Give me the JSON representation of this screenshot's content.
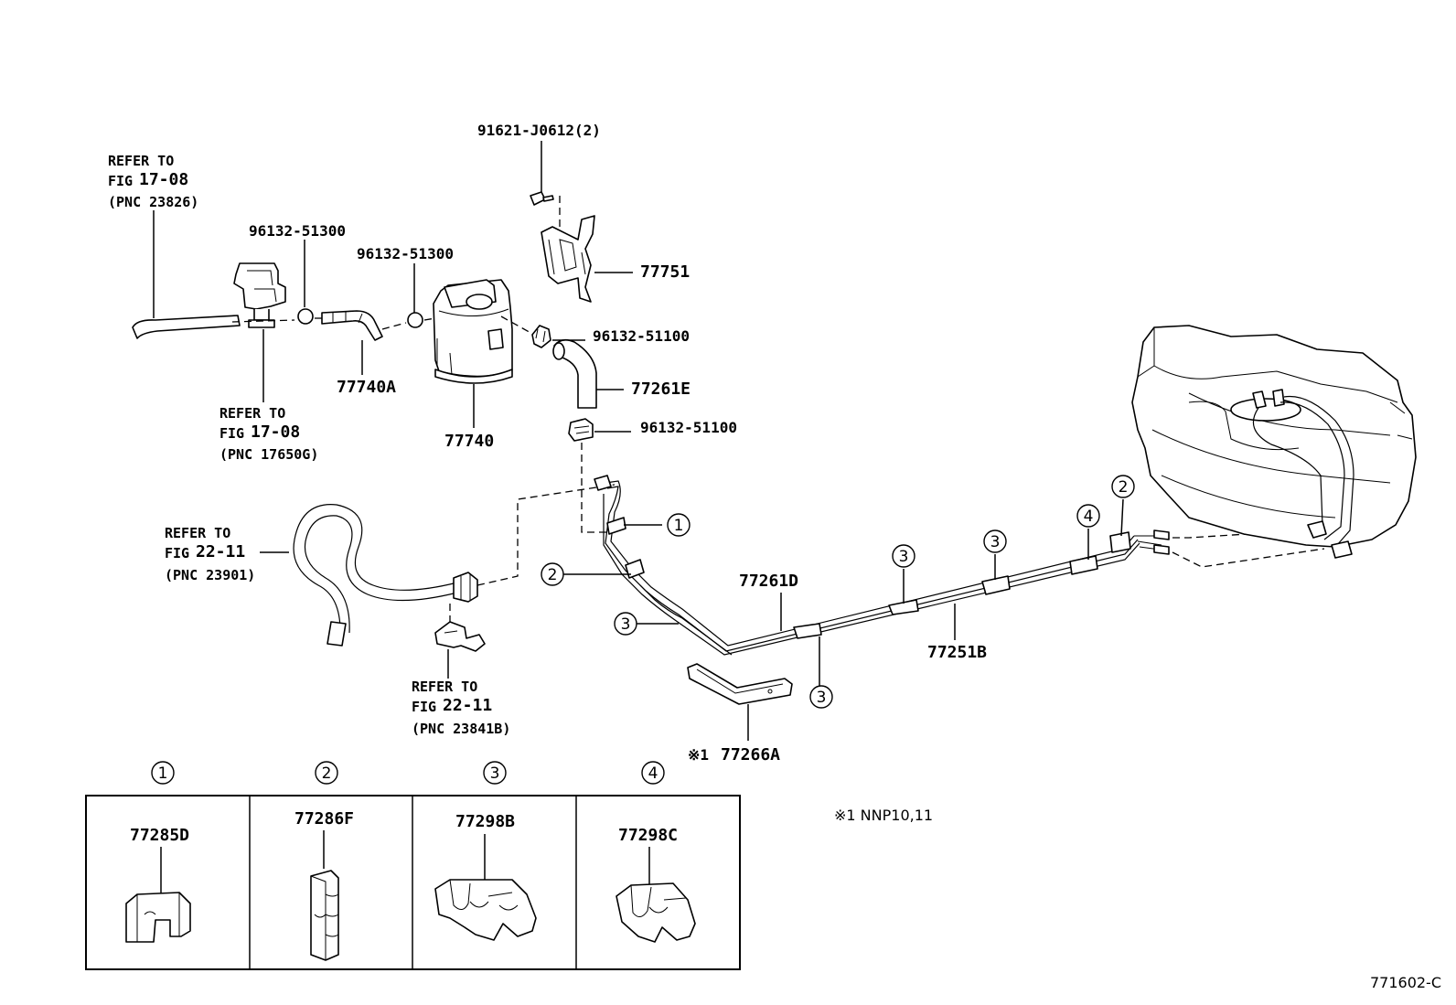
{
  "labels": {
    "bolt": "91621-J0612(2)",
    "bracket": "77751",
    "clamp_a": "96132-51300",
    "clamp_b": "96132-51300",
    "clamp_c": "96132-51100",
    "clamp_d": "96132-51100",
    "hose_a": "77740A",
    "canister": "77740",
    "hose_e": "77261E",
    "tube_d": "77261D",
    "tube_b": "77251B",
    "protector": "77266A",
    "protector_mark": "※1"
  },
  "refs": [
    {
      "l1": "REFER TO",
      "fig": "FIG",
      "fignum": "17-08",
      "pnc": "(PNC 23826)"
    },
    {
      "l1": "REFER TO",
      "fig": "FIG",
      "fignum": "17-08",
      "pnc": "(PNC 17650G)"
    },
    {
      "l1": "REFER TO",
      "fig": "FIG",
      "fignum": "22-11",
      "pnc": "(PNC 23901)"
    },
    {
      "l1": "REFER TO",
      "fig": "FIG",
      "fignum": "22-11",
      "pnc": "(PNC 23841B)"
    }
  ],
  "callouts": {
    "c1": "1",
    "c2": "2",
    "c3": "3",
    "c4": "4"
  },
  "legend": [
    {
      "num": "1",
      "part": "77285D"
    },
    {
      "num": "2",
      "part": "77286F"
    },
    {
      "num": "3",
      "part": "77298B"
    },
    {
      "num": "4",
      "part": "77298C"
    }
  ],
  "note": "※1 NNP10,11",
  "figure_code": "771602-C"
}
